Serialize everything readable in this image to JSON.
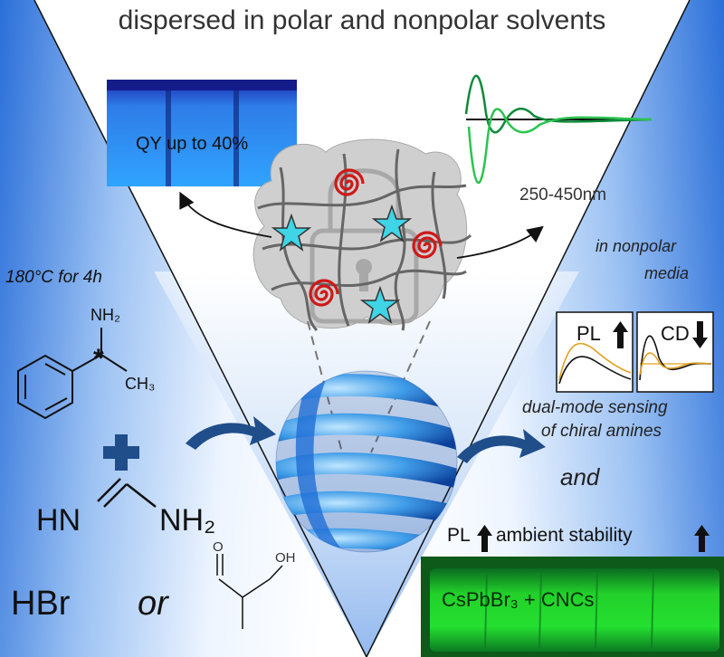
{
  "header": {
    "title": "dispersed in polar and nonpolar solvents"
  },
  "vials": {
    "label": "QY up to 40%"
  },
  "cd_spectrum": {
    "range_label": "250-450nm"
  },
  "right_panel": {
    "media_line1": "in nonpolar",
    "media_line2": "media",
    "pl_label": "PL",
    "cd_label": "CD",
    "sensing_line1": "dual-mode sensing",
    "sensing_line2": "of chiral amines",
    "and_label": "and",
    "pl_stability_pl": "PL",
    "pl_stability_text": "ambient stability"
  },
  "left_panel": {
    "condition": "180°C for 4h",
    "amine_nh2": "NH₂",
    "amine_chiral": "*",
    "amine_ch3": "CH₃",
    "formamidine_hn": "HN",
    "formamidine_nh2": "NH₂",
    "hbr": "HBr",
    "or": "or",
    "acid_o": "O",
    "acid_oh": "OH"
  },
  "photo": {
    "label": "CsPbBr₃ + CNCs"
  },
  "colors": {
    "blue_dark": "#2a6fd9",
    "blue_light": "#dceaff",
    "arrow_blue": "#1f4e8a",
    "spiral_red": "#d01818",
    "star_cyan": "#3fd4e6",
    "green_dark": "#0e8a3a",
    "green_light": "#2bc450",
    "photo_green": "#22e022",
    "trace_gold": "#e0a020"
  }
}
